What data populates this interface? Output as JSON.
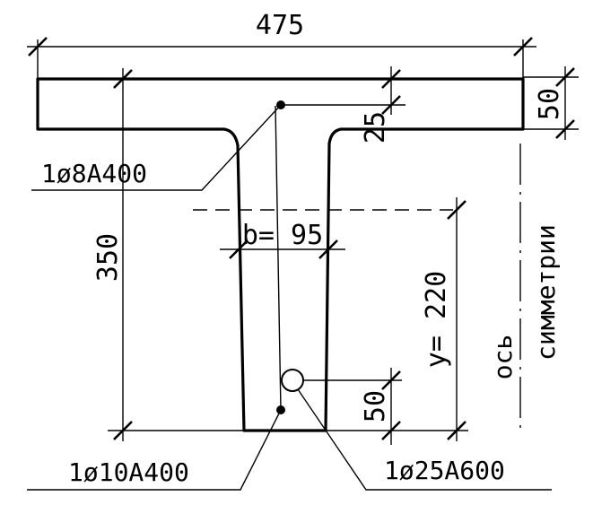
{
  "dimensions": {
    "flange_width": "475",
    "flange_thickness": "50",
    "cover_top": "25",
    "total_height": "350",
    "web_width": "b= 95",
    "centroid_distance": "y= 220",
    "cover_bottom": "50"
  },
  "rebar": {
    "top_bar": "1ø8A400",
    "bottom_bar": "1ø10A400",
    "main_bar": "1ø25A600"
  },
  "axis": {
    "line1": "ось",
    "line2": "симметрии"
  },
  "colors": {
    "stroke": "#000000",
    "background": "#ffffff"
  }
}
